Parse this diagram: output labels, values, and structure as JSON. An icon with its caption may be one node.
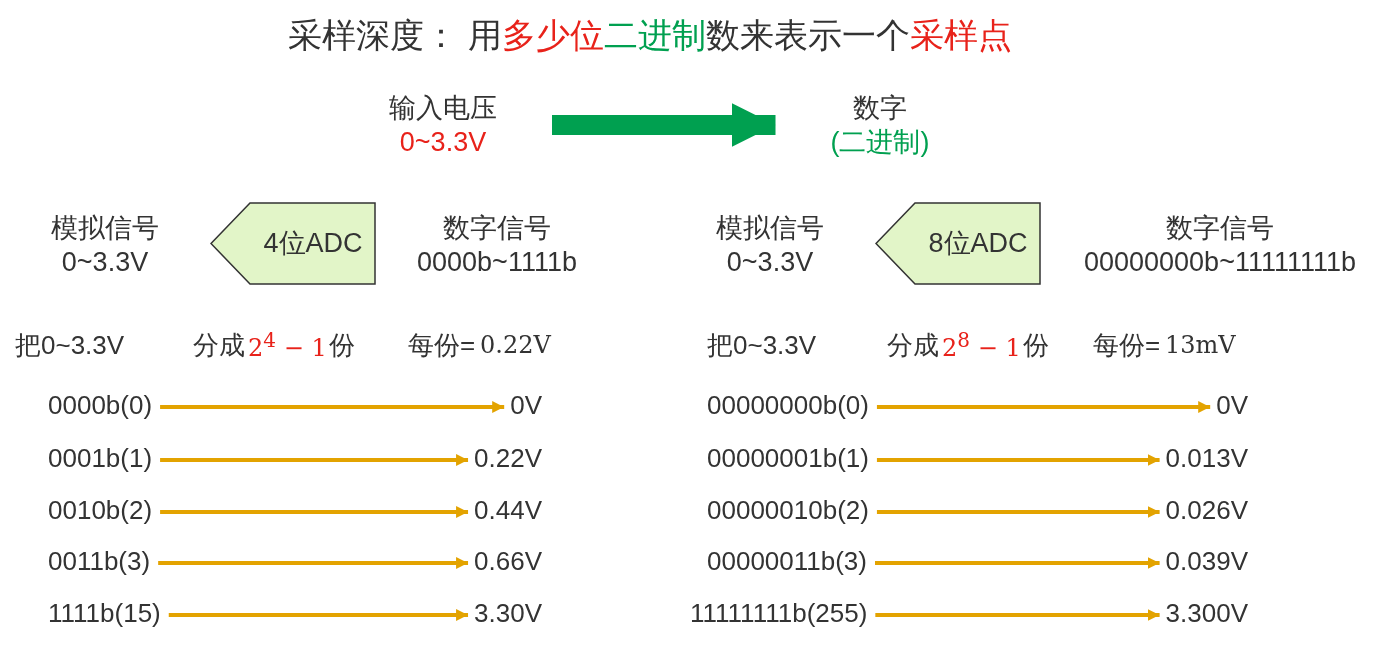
{
  "diagram": {
    "title": "采样深度：  用**多少位****二进制**数来表示一个**采样点**",
    "nodes": [
      {
        "text": [
          "输入电压",
          "0~3.3V"
        ]
      },
      {
        "text": [
          "数字",
          "(二进制)"
        ]
      },
      {
        "text": [
          "模拟信号",
          "0~3.3V"
        ]
      },
      {
        "text": [
          "4位ADC"
        ]
      },
      {
        "text": [
          "数字信号",
          "0000b~1111b"
        ]
      },
      {
        "text": [
          "模拟信号",
          "0~3.3V"
        ]
      },
      {
        "text": [
          "8位ADC"
        ]
      },
      {
        "text": [
          "数字信号",
          "00000000b~11111111b"
        ]
      },
      {
        "text": [
          "0000b(0)"
        ]
      },
      {
        "text": [
          "0V"
        ]
      },
      {
        "text": [
          "0001b(1)"
        ]
      },
      {
        "text": [
          "0.22V"
        ]
      },
      {
        "text": [
          "0010b(2)"
        ]
      },
      {
        "text": [
          "0.44V"
        ]
      },
      {
        "text": [
          "0011b(3)"
        ]
      },
      {
        "text": [
          "0.66V"
        ]
      },
      {
        "text": [
          "1111b(15)"
        ]
      },
      {
        "text": [
          "3.30V"
        ]
      },
      {
        "text": [
          "00000000b(0)"
        ]
      },
      {
        "text": [
          "0V"
        ]
      },
      {
        "text": [
          "00000001b(1)"
        ]
      },
      {
        "text": [
          "0.013V"
        ]
      },
      {
        "text": [
          "00000010b(2)"
        ]
      },
      {
        "text": [
          "0.026V"
        ]
      },
      {
        "text": [
          "00000011b(3)"
        ]
      },
      {
        "text": [
          "0.039V"
        ]
      },
      {
        "text": [
          "11111111b(255)"
        ]
      },
      {
        "text": [
          "3.300V"
        ]
      }
    ],
    "edges": [
      {
        "from": 0,
        "to": 1,
        "arrow": "to",
        "style": "thick",
        "color": "#00a050"
      },
      {
        "from": 8,
        "to": 9,
        "arrow": "to"
      },
      {
        "from": 10,
        "to": 11,
        "arrow": "to"
      },
      {
        "from": 12,
        "to": 13,
        "arrow": "to"
      },
      {
        "from": 14,
        "to": 15,
        "arrow": "to"
      },
      {
        "from": 16,
        "to": 17,
        "arrow": "to"
      },
      {
        "from": 18,
        "to": 19,
        "arrow": "to"
      },
      {
        "from": 20,
        "to": 21,
        "arrow": "to"
      },
      {
        "from": 22,
        "to": 23,
        "arrow": "to"
      },
      {
        "from": 24,
        "to": 25,
        "arrow": "to"
      },
      {
        "from": 26,
        "to": 27,
        "arrow": "to"
      }
    ],
    "labels": [
      "把0~3.3V",
      "分成",
      "2$^{4}$ − 1",
      "份",
      "每份=",
      "0.22V",
      "把0~3.3V",
      "分成",
      "2$^{8}$ − 1",
      "份",
      "每份=",
      "13mV"
    ]
  }
}
